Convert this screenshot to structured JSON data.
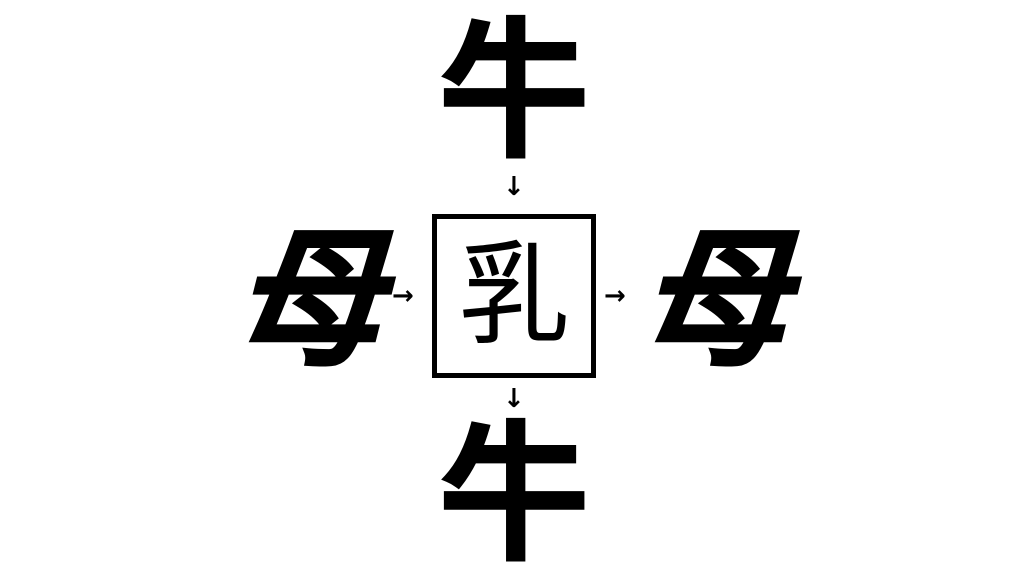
{
  "puzzle": {
    "top_char": "牛",
    "bottom_char": "牛",
    "left_char": "母",
    "right_char": "母",
    "center_char": "乳"
  },
  "arrows": {
    "top": "↓",
    "bottom": "↓",
    "left": "→",
    "right": "→"
  },
  "colors": {
    "background": "#ffffff",
    "foreground": "#000000"
  }
}
